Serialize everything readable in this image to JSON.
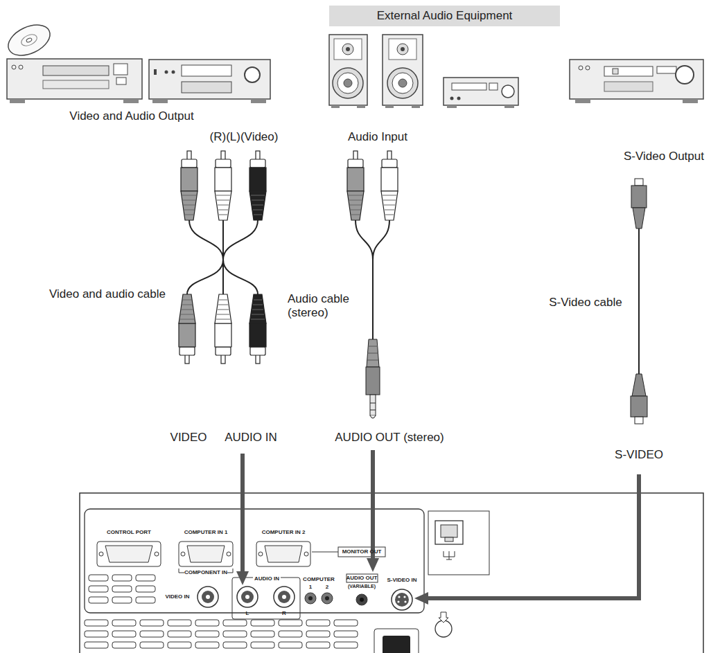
{
  "diagram": {
    "nodes": [
      {
        "text": [
          "External Audio Equipment"
        ]
      }
    ],
    "labels": [
      "Video and Audio Output",
      "(R)(L)(Video)",
      "Audio Input",
      "S-Video Output",
      "Video and audio cable",
      "Audio cable (stereo)",
      "S-Video cable",
      "VIDEO",
      "AUDIO IN",
      "AUDIO OUT (stereo)",
      "S-VIDEO",
      "CONTROL PORT",
      "COMPUTER IN 1",
      "COMPUTER IN 2",
      "COMPONENT IN",
      "MONITOR OUT",
      "VIDEO IN",
      "AUDIO IN",
      "L",
      "R",
      "COMPUTER",
      "1",
      "2",
      "AUDIO OUT",
      "(VARIABLE)",
      "S-VIDEO IN"
    ]
  }
}
